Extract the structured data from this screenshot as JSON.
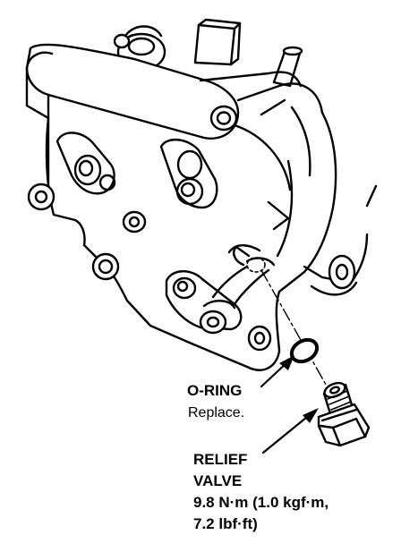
{
  "colors": {
    "ink": "#000000",
    "paper": "#ffffff"
  },
  "labels": {
    "oring_title": "O-RING",
    "oring_note": "Replace.",
    "relief_line1": "RELIEF",
    "relief_line2": "VALVE",
    "relief_torque1": "9.8 N·m (1.0 kgf·m,",
    "relief_torque2": "7.2 lbf·ft)"
  }
}
